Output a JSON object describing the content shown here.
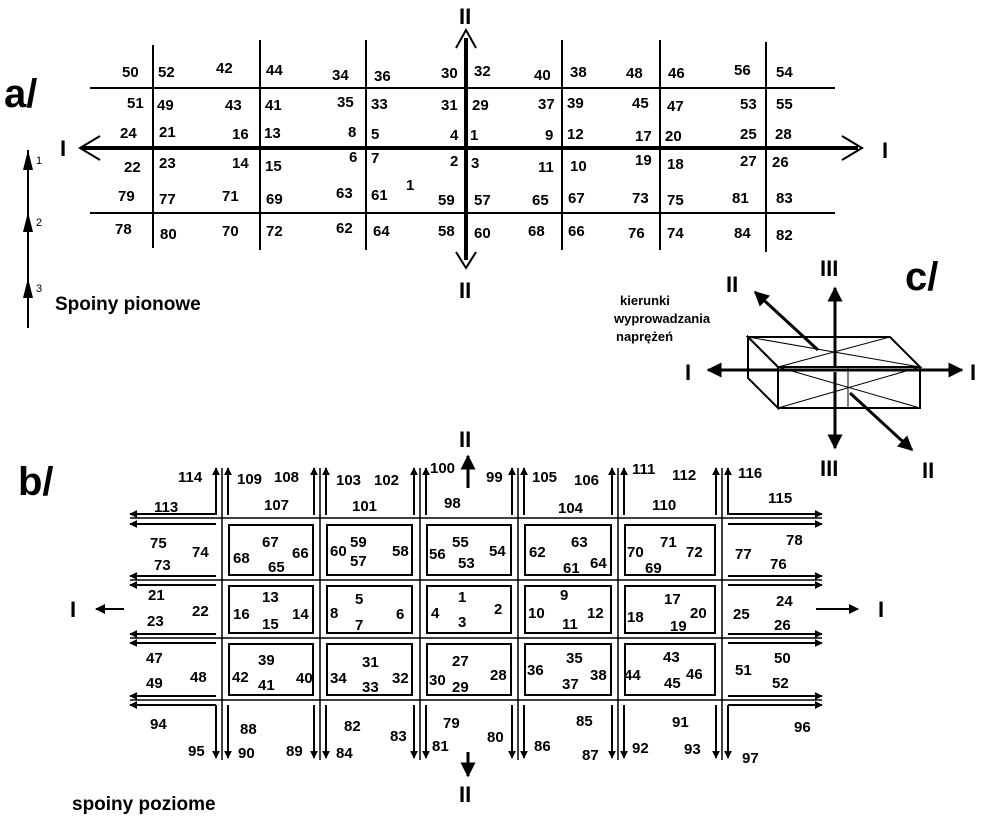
{
  "panel_a": {
    "label": "a/",
    "caption": "Spoiny pionowe",
    "axis_left": "I",
    "axis_right": "I",
    "axis_top": "II",
    "axis_bottom": "II",
    "legend_numbers": [
      "1",
      "2",
      "3"
    ],
    "stray_label": "1",
    "numbers": [
      "50",
      "52",
      "42",
      "44",
      "34",
      "36",
      "30",
      "32",
      "40",
      "38",
      "48",
      "46",
      "56",
      "54",
      "51",
      "49",
      "43",
      "41",
      "35",
      "33",
      "31",
      "29",
      "37",
      "39",
      "45",
      "47",
      "53",
      "55",
      "24",
      "21",
      "16",
      "13",
      "8",
      "5",
      "4",
      "1",
      "9",
      "12",
      "17",
      "20",
      "25",
      "28",
      "22",
      "23",
      "14",
      "15",
      "6",
      "7",
      "2",
      "3",
      "11",
      "10",
      "19",
      "18",
      "27",
      "26",
      "79",
      "77",
      "71",
      "69",
      "63",
      "61",
      "59",
      "57",
      "65",
      "67",
      "73",
      "75",
      "81",
      "83",
      "78",
      "80",
      "70",
      "72",
      "62",
      "64",
      "58",
      "60",
      "68",
      "66",
      "76",
      "74",
      "84",
      "82"
    ]
  },
  "panel_b": {
    "label": "b/",
    "caption": "spoiny poziome",
    "axis_left": "I",
    "axis_right": "I",
    "axis_top": "II",
    "axis_bottom": "II",
    "numbers": [
      "114",
      "109",
      "108",
      "103",
      "102",
      "100",
      "99",
      "105",
      "106",
      "111",
      "112",
      "116",
      "113",
      "107",
      "101",
      "98",
      "104",
      "110",
      "115",
      "75",
      "73",
      "74",
      "68",
      "67",
      "65",
      "66",
      "60",
      "59",
      "57",
      "58",
      "56",
      "55",
      "53",
      "54",
      "62",
      "63",
      "61",
      "64",
      "70",
      "71",
      "69",
      "72",
      "77",
      "78",
      "76",
      "21",
      "23",
      "22",
      "16",
      "13",
      "15",
      "14",
      "8",
      "5",
      "7",
      "6",
      "4",
      "1",
      "3",
      "2",
      "10",
      "9",
      "11",
      "12",
      "18",
      "17",
      "19",
      "20",
      "25",
      "24",
      "26",
      "47",
      "49",
      "48",
      "42",
      "39",
      "41",
      "40",
      "34",
      "31",
      "33",
      "32",
      "30",
      "27",
      "29",
      "28",
      "36",
      "35",
      "37",
      "38",
      "44",
      "43",
      "45",
      "46",
      "51",
      "50",
      "52",
      "94",
      "95",
      "88",
      "90",
      "89",
      "82",
      "84",
      "83",
      "79",
      "81",
      "80",
      "86",
      "85",
      "87",
      "92",
      "91",
      "93",
      "96",
      "97"
    ]
  },
  "panel_c": {
    "label": "c/",
    "note_lines": [
      "kierunki",
      "wyprowadzania",
      "naprężeń"
    ],
    "axis_I_left": "I",
    "axis_I_right": "I",
    "axis_II_top": "II",
    "axis_II_bottom": "II",
    "axis_III_top": "III",
    "axis_III_bottom": "III"
  }
}
